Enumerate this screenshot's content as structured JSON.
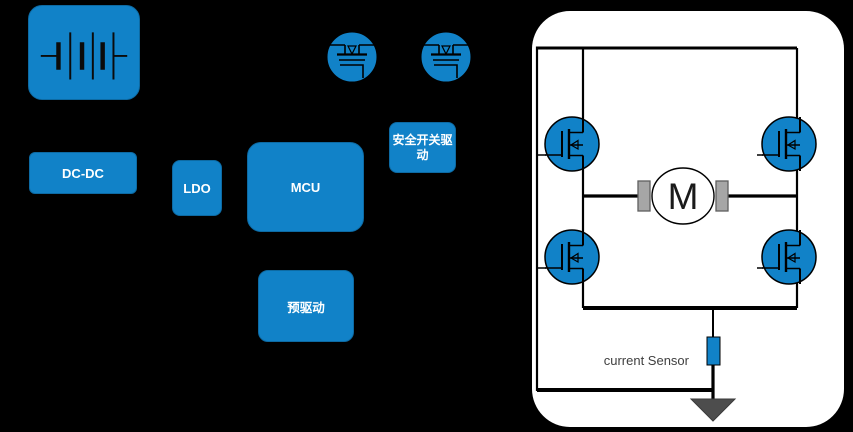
{
  "diagram": {
    "background": "#000000",
    "accent_blue": "#1182C8",
    "panel_background": "#FFFFFF"
  },
  "blocks": {
    "battery": {
      "icon": "battery-icon"
    },
    "dc_dc": {
      "label": "DC-DC"
    },
    "ldo": {
      "label": "LDO"
    },
    "mcu": {
      "label": "MCU"
    },
    "pre_driver": {
      "label": "预驱动"
    },
    "safety_switch_driver": {
      "label": "安全开关驱动"
    }
  },
  "h_bridge": {
    "motor_label": "M",
    "current_sensor_label": "current Sensor",
    "mosfet_count": 4,
    "safety_mosfet_count": 2
  },
  "colors": {
    "wire": "#000000",
    "pad_gray": "#A6A6A6",
    "ground_gray": "#4D4D4D",
    "sensor_fill": "#1182C8",
    "label_text": "#FFFFFF",
    "sensor_text": "#404040"
  }
}
